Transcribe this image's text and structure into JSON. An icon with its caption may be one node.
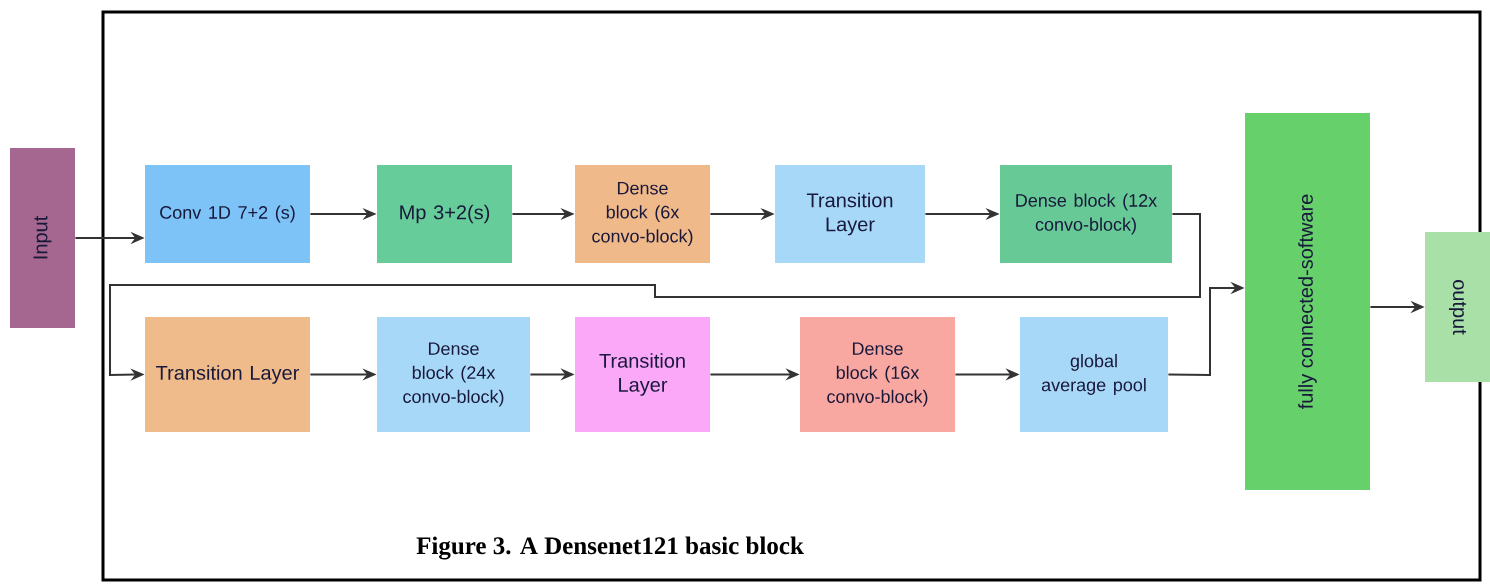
{
  "diagram": {
    "caption": "Figure 3. A Densenet121 basic block",
    "nodes": [
      {
        "text": [
          "Input"
        ]
      },
      {
        "text": [
          "Conv 1D 7+2 (s)"
        ]
      },
      {
        "text": [
          "Mp 3+2(s)"
        ]
      },
      {
        "text": [
          "Dense block (6x convo-block)"
        ]
      },
      {
        "text": [
          "Transition Layer"
        ]
      },
      {
        "text": [
          "Dense block (12x convo-block)"
        ]
      },
      {
        "text": [
          "Transition Layer"
        ]
      },
      {
        "text": [
          "Dense block (24x convo-block)"
        ]
      },
      {
        "text": [
          "Transition Layer"
        ]
      },
      {
        "text": [
          "Dense block (16x convo-block)"
        ]
      },
      {
        "text": [
          "global average pool"
        ]
      },
      {
        "text": [
          "fully connected-software"
        ]
      },
      {
        "text": [
          "output"
        ]
      }
    ],
    "edges": [
      {
        "from": 0,
        "to": 1,
        "arrow": "to"
      },
      {
        "from": 1,
        "to": 2,
        "arrow": "to"
      },
      {
        "from": 2,
        "to": 3,
        "arrow": "to"
      },
      {
        "from": 3,
        "to": 4,
        "arrow": "to"
      },
      {
        "from": 4,
        "to": 5,
        "arrow": "to"
      },
      {
        "from": 5,
        "to": 6,
        "arrow": "to"
      },
      {
        "from": 6,
        "to": 7,
        "arrow": "to"
      },
      {
        "from": 7,
        "to": 8,
        "arrow": "to"
      },
      {
        "from": 8,
        "to": 9,
        "arrow": "to"
      },
      {
        "from": 9,
        "to": 10,
        "arrow": "to"
      },
      {
        "from": 10,
        "to": 11,
        "arrow": "to"
      },
      {
        "from": 11,
        "to": 12,
        "arrow": "to"
      }
    ]
  }
}
